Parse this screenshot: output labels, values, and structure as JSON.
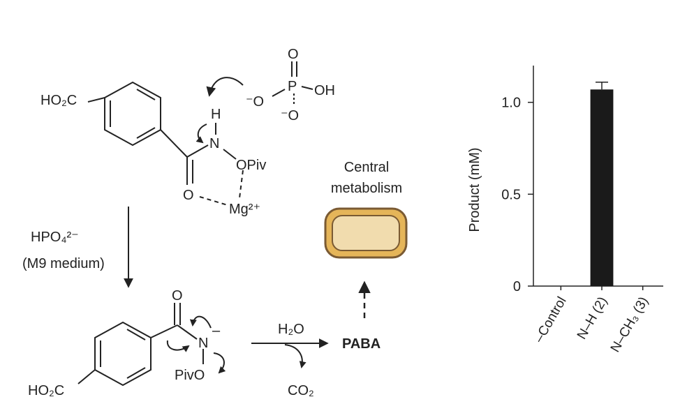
{
  "scheme": {
    "reactant": {
      "acid": "HO₂C",
      "hydrogen": "H",
      "nitrogen": "N",
      "opiv": "OPiv",
      "carbonyl_o": "O",
      "mg": "Mg²⁺"
    },
    "phosphate": {
      "o_top": "O",
      "p": "P",
      "oh": "OH",
      "o_minus_left": "⁻O",
      "o_minus_bottom": "⁻O"
    },
    "reagent": {
      "formula": "HPO₄²⁻",
      "condition": "(M9 medium)"
    },
    "intermediate": {
      "acid": "HO₂C",
      "carbonyl_o": "O",
      "nitrogen": "N",
      "charge": "–",
      "pivo": "PivO"
    },
    "hydrolysis": {
      "water": "H₂O",
      "co2": "CO₂",
      "product": "PABA"
    },
    "cell": {
      "label_line1": "Central",
      "label_line2": "metabolism",
      "fill_color": "#f1dcae",
      "rim_color": "#e5b559",
      "outline_color": "#7a5a33"
    }
  },
  "chart_data": {
    "type": "bar",
    "categories": [
      "–Control",
      "N–H (2)",
      "N–CH₃ (3)"
    ],
    "values": [
      0,
      1.07,
      0
    ],
    "errors": [
      0,
      0.04,
      0
    ],
    "ylabel": "Product (mM)",
    "ylim": [
      0,
      1.2
    ],
    "yticks": [
      0,
      0.5,
      1.0
    ],
    "ytick_labels": [
      "0",
      "0.5",
      "1.0"
    ],
    "bar_color": "#1a1a1a",
    "grid": false
  }
}
